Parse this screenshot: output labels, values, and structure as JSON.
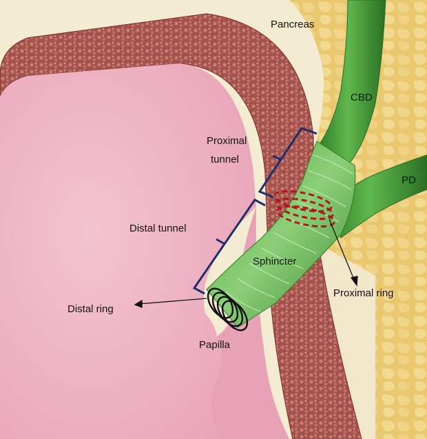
{
  "labels": {
    "pancreas": "Pancreas",
    "cbd": "CBD",
    "pd": "PD",
    "proximal_tunnel_line1": "Proximal",
    "proximal_tunnel_line2": "tunnel",
    "distal_tunnel": "Distal tunnel",
    "sphincter": "Sphincter",
    "proximal_ring": "Proximal ring",
    "distal_ring": "Distal ring",
    "papilla": "Papilla"
  },
  "colors": {
    "duodenum_lumen": "#efb3c4",
    "duodenal_wall": "#a4504c",
    "submucosa": "#f3ead1",
    "pancreas": "#e7c56c",
    "duct_green": "#48a23a",
    "bracket_navy": "#1f2d6b",
    "proximal_ring_red": "#b0181c",
    "distal_ring_black": "#111111"
  }
}
